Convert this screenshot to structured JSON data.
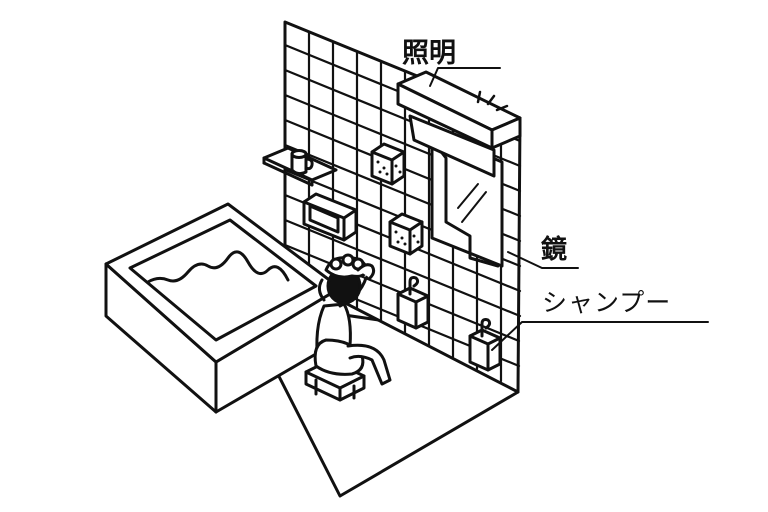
{
  "labels": {
    "lighting": "照明",
    "mirror": "鏡",
    "shampoo": "シャンプー"
  },
  "colors": {
    "line": "#111111",
    "background": "#ffffff"
  }
}
